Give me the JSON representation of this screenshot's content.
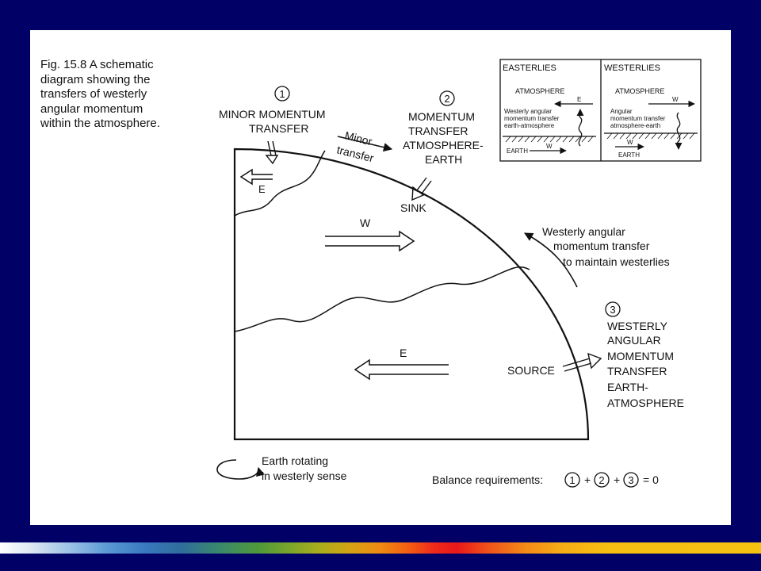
{
  "caption": {
    "line1": "Fig. 15.8   A schematic",
    "line2": "diagram showing the",
    "line3": "transfers of westerly",
    "line4": "angular momentum",
    "line5": "within the atmosphere."
  },
  "markers": {
    "one": "1",
    "two": "2",
    "three": "3"
  },
  "labels": {
    "minor_momentum_l1": "MINOR MOMENTUM",
    "minor_momentum_l2": "TRANSFER",
    "minor_transfer_l1": "Minor",
    "minor_transfer_l2": "transfer",
    "momentum_transfer_l1": "MOMENTUM",
    "momentum_transfer_l2": "TRANSFER",
    "momentum_transfer_l3": "ATMOSPHERE-",
    "momentum_transfer_l4": "EARTH",
    "sink": "SINK",
    "source": "SOURCE",
    "e_upper": "E",
    "w_middle": "W",
    "e_lower": "E",
    "westerly_maintain_l1": "Westerly angular",
    "westerly_maintain_l2": "momentum transfer",
    "westerly_maintain_l3": "to maintain westerlies",
    "source_transfer_l1": "WESTERLY",
    "source_transfer_l2": "ANGULAR",
    "source_transfer_l3": "MOMENTUM",
    "source_transfer_l4": "TRANSFER",
    "source_transfer_l5": "EARTH-",
    "source_transfer_l6": "ATMOSPHERE",
    "earth_rotating_l1": "Earth rotating",
    "earth_rotating_l2": "in westerly sense",
    "balance_prefix": "Balance requirements:",
    "plus1": "+",
    "plus2": "+",
    "equals_zero": "= 0"
  },
  "inset": {
    "easterlies": {
      "title": "EASTERLIES",
      "atmosphere": "ATMOSPHERE",
      "wind": "E",
      "desc_l1": "Westerly angular",
      "desc_l2": "momentum transfer",
      "desc_l3": "earth-atmosphere",
      "earth": "EARTH",
      "earth_wind": "W"
    },
    "westerlies": {
      "title": "WESTERLIES",
      "atmosphere": "ATMOSPHERE",
      "wind": "W",
      "desc_l1": "Angular",
      "desc_l2": "momentum transfer",
      "desc_l3": "atmosphere-earth",
      "earth_wind": "W",
      "earth": "EARTH"
    }
  }
}
